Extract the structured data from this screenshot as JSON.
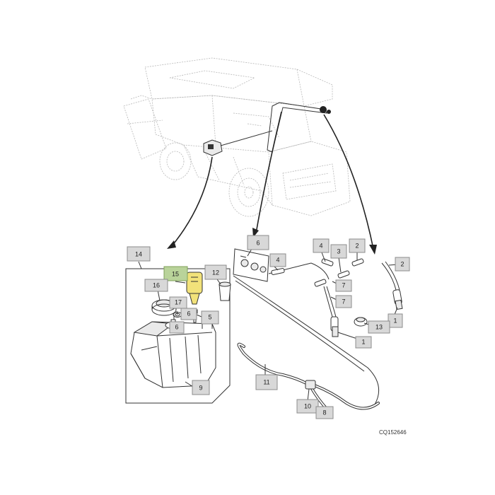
{
  "callouts": {
    "c14": "14",
    "c15": "15",
    "c16": "16",
    "c17": "17",
    "c12": "12",
    "c6a": "6",
    "c6b": "6",
    "c5": "5",
    "c9": "9",
    "c6top": "6",
    "c4a": "4",
    "c4b": "4",
    "c3": "3",
    "c2a": "2",
    "c2b": "2",
    "c7a": "7",
    "c7b": "7",
    "c1a": "1",
    "c1b": "1",
    "c13": "13",
    "c11": "11",
    "c10": "10",
    "c8": "8"
  },
  "reference_code": "CQ152646",
  "colors": {
    "highlight": "#b9d39a",
    "pump": "#f2e27a",
    "callout": "#d8d8d8"
  }
}
